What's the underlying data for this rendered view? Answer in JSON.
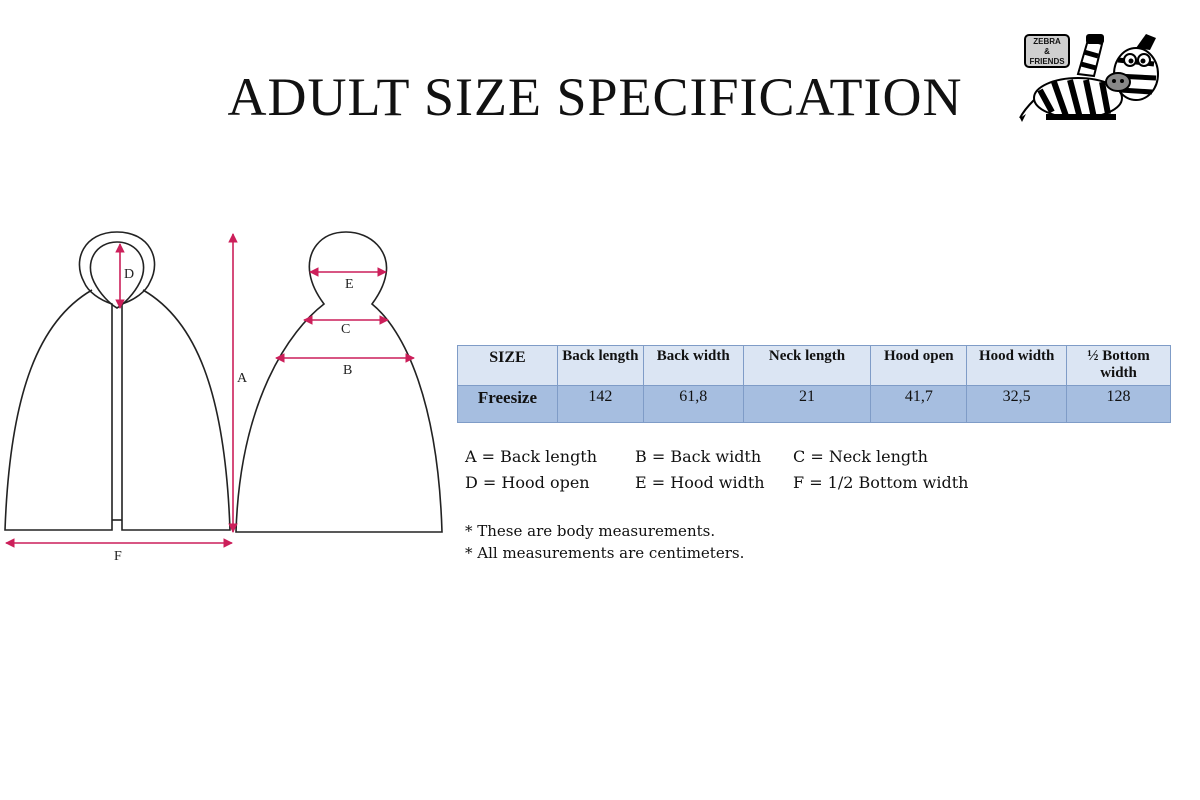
{
  "title": "ADULT SIZE SPECIFICATION",
  "logo": {
    "lines": [
      "ZEBRA",
      "&",
      "FRIENDS"
    ]
  },
  "diagram_labels": {
    "a": "A",
    "b": "B",
    "c": "C",
    "d": "D",
    "e": "E",
    "f": "F"
  },
  "colors": {
    "dimension_line": "#cc1f5a",
    "table_header_bg": "#dbe5f3",
    "table_row_bg": "#a6bee0",
    "table_border": "#7f9cc7"
  },
  "table": {
    "headers": [
      "SIZE",
      "Back length",
      "Back width",
      "Neck length",
      "Hood open",
      "Hood width",
      "½ Bottom width"
    ],
    "rows": [
      {
        "label": "Freesize",
        "values": [
          "142",
          "61,8",
          "21",
          "41,7",
          "32,5",
          "128"
        ]
      }
    ]
  },
  "legend": [
    [
      "A = Back length",
      "B = Back width",
      "C = Neck length"
    ],
    [
      "D = Hood open",
      "E = Hood width",
      "F = 1/2 Bottom width"
    ]
  ],
  "notes": [
    "* These are body measurements.",
    "* All measurements are centimeters."
  ]
}
